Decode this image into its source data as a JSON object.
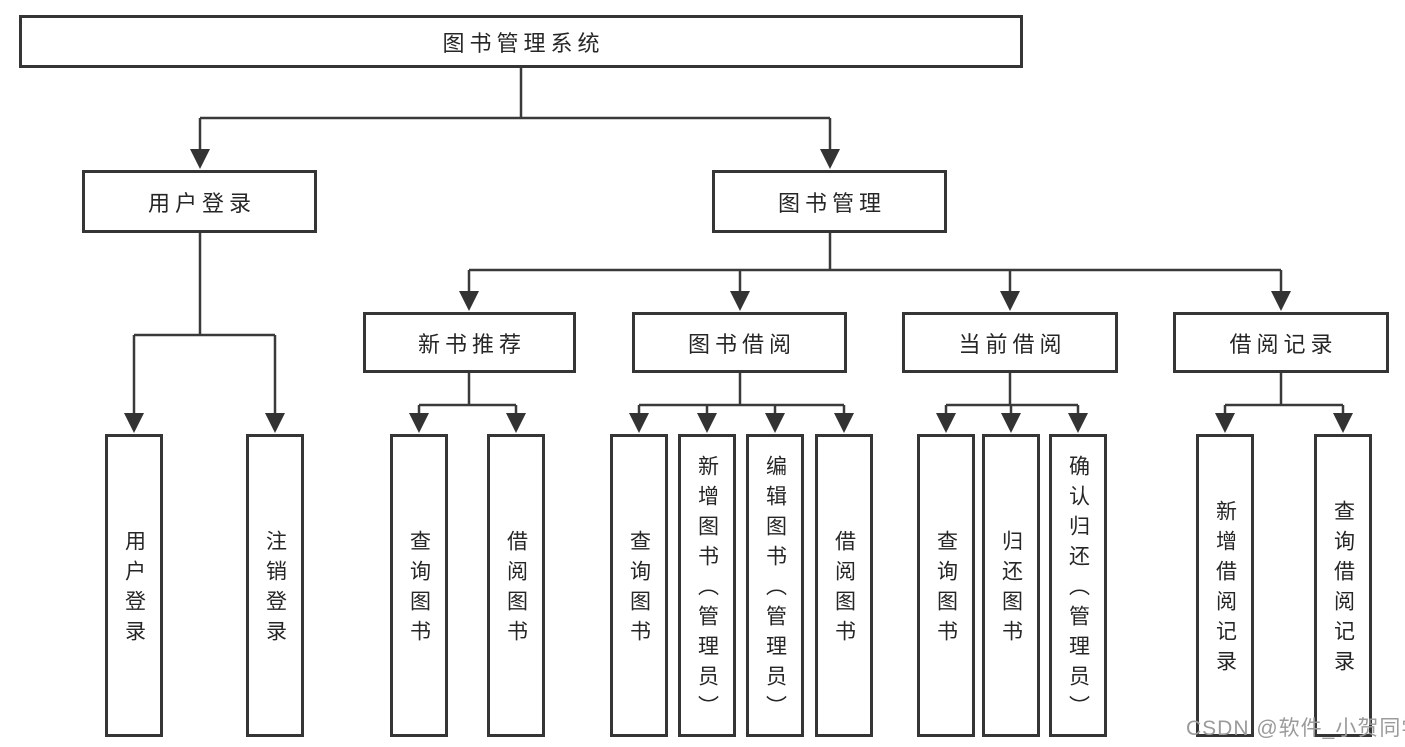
{
  "tree": {
    "label": "图书管理系统",
    "children": [
      {
        "label": "用户登录",
        "children": [
          {
            "label": "用户登录"
          },
          {
            "label": "注销登录"
          }
        ]
      },
      {
        "label": "图书管理",
        "children": [
          {
            "label": "新书推荐",
            "children": [
              {
                "label": "查询图书"
              },
              {
                "label": "借阅图书"
              }
            ]
          },
          {
            "label": "图书借阅",
            "children": [
              {
                "label": "查询图书"
              },
              {
                "label": "新增图书（管理员）"
              },
              {
                "label": "编辑图书（管理员）"
              },
              {
                "label": "借阅图书"
              }
            ]
          },
          {
            "label": "当前借阅",
            "children": [
              {
                "label": "查询图书"
              },
              {
                "label": "归还图书"
              },
              {
                "label": "确认归还（管理员）"
              }
            ]
          },
          {
            "label": "借阅记录",
            "children": [
              {
                "label": "新增借阅记录"
              },
              {
                "label": "查询借阅记录"
              }
            ]
          }
        ]
      }
    ]
  },
  "colors": {
    "line": "#3a3a3a",
    "border": "#353535",
    "text": "#262626",
    "watermark": "#9b9b9b"
  },
  "watermark": {
    "text": "CSDN @软件_小贺同学"
  }
}
